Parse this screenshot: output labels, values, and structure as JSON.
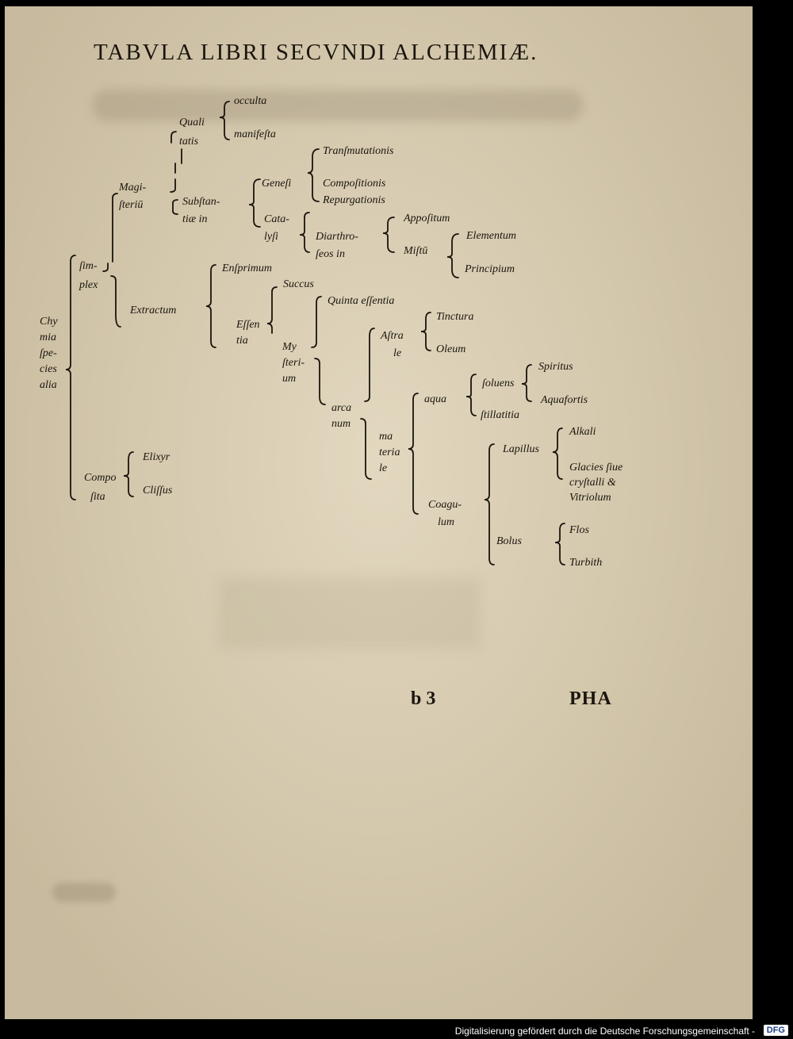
{
  "page": {
    "title": "TABVLA LIBRI SECVNDI ALCHEMIÆ.",
    "signature": "b 3",
    "catchword": "PHA"
  },
  "tree": {
    "root": [
      "Chy",
      "mia",
      "ſpe-",
      "cies",
      "alia"
    ],
    "simplex": [
      "ſim-",
      "plex"
    ],
    "magisterium": [
      "Magi-",
      "ſteriū"
    ],
    "qualitatis": [
      "Quali",
      "tatis"
    ],
    "occulta": "occulta",
    "manifesta": "manifeſta",
    "substantiae": [
      "Subſtan-",
      "tiæ in"
    ],
    "genesi": "Geneſi",
    "transmutationis": "Tranſmutationis",
    "compositionis": "Compoſitionis",
    "repurgationis": "Repurgationis",
    "catalysi": [
      "Cata-",
      "lyſi"
    ],
    "diarthroseos": [
      "Diarthro-",
      "ſeos in"
    ],
    "appositum": "Appoſitum",
    "mistum": "Miſtū",
    "elementum": "Elementum",
    "principium": "Principium",
    "extractum": "Extractum",
    "exprimum": "Enſprimum",
    "essentia": [
      "Eſſen",
      "tia"
    ],
    "succus": "Succus",
    "quinta": "Quinta eſſentia",
    "mysterium": [
      "My",
      "ſteri-",
      "um"
    ],
    "arcanum": [
      "arca",
      "num"
    ],
    "astrale": [
      "Aſtra",
      "le"
    ],
    "tinctura": "Tinctura",
    "oleum": "Oleum",
    "materiale": [
      "ma",
      "teria",
      "le"
    ],
    "aqua": "aqua",
    "soluens": "ſoluens",
    "spiritus": "Spiritus",
    "aquafortis": "Aquafortis",
    "stillatitia": "ſtillatitia",
    "coagulum": [
      "Coagu-",
      "lum"
    ],
    "lapillus": "Lapillus",
    "alkali": "Alkali",
    "glacies": [
      "Glacies ſiue",
      "cryſtalli &",
      "Vitriolum"
    ],
    "bolus": "Bolus",
    "flos": "Flos",
    "turbith": "Turbith",
    "composita": [
      "Compo",
      "ſita"
    ],
    "elixyr": "Elixyr",
    "clissus": "Cliſſus"
  },
  "footer": {
    "text": "Digitalisierung gefördert durch die Deutsche Forschungsgemeinschaft -",
    "logo": "DFG"
  }
}
